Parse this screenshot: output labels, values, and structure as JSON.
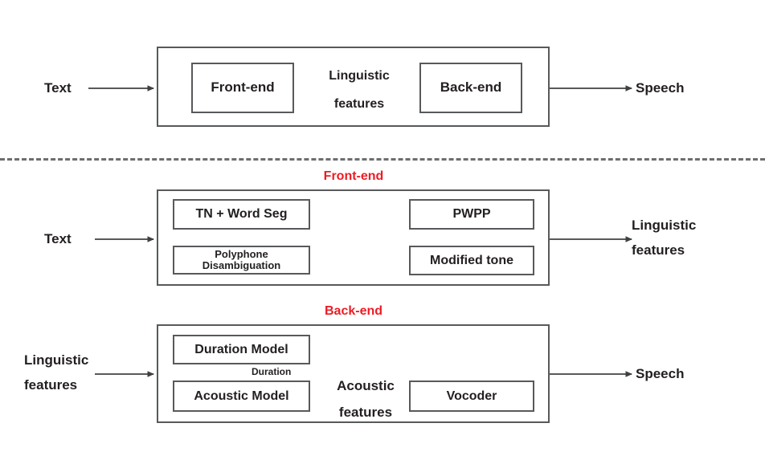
{
  "figure": {
    "title": "Text-to-Speech pipeline block diagram",
    "colors": {
      "accent_red": "#ed1c24",
      "stroke": "#58595b",
      "text": "#231f20",
      "divider": "#6d6e71",
      "background": "#ffffff"
    }
  },
  "overview": {
    "input_label": "Text",
    "output_label": "Speech",
    "front_end_box": "Front-end",
    "back_end_box": "Back-end",
    "middle_label_line1": "Linguistic",
    "middle_label_line2": "features"
  },
  "front_end": {
    "section_title": "Front-end",
    "input_label": "Text",
    "output_label_line1": "Linguistic",
    "output_label_line2": "features",
    "boxes": {
      "tn_word_seg": "TN + Word Seg",
      "polyphone": "Polyphone Disambiguation",
      "pwpp": "PWPP",
      "modified_tone": "Modified tone"
    }
  },
  "back_end": {
    "section_title": "Back-end",
    "input_label_line1": "Linguistic",
    "input_label_line2": "features",
    "output_label": "Speech",
    "duration_label": "Duration",
    "acoustic_label_line1": "Acoustic",
    "acoustic_label_line2": "features",
    "boxes": {
      "duration_model": "Duration Model",
      "acoustic_model": "Acoustic Model",
      "vocoder": "Vocoder"
    }
  }
}
